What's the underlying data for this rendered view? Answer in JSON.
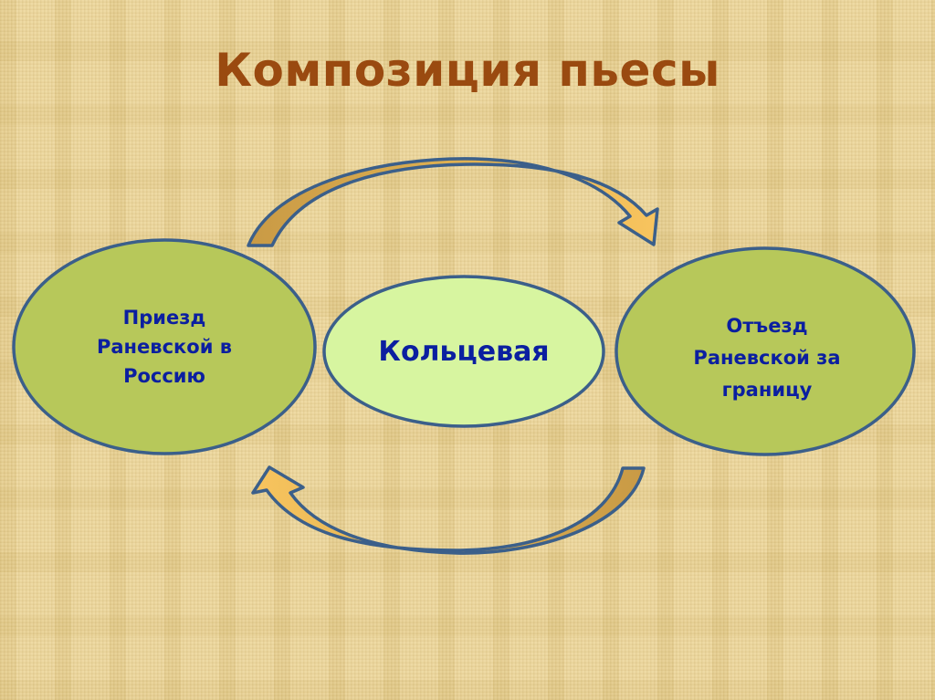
{
  "slide": {
    "title": "Композиция пьесы",
    "nodes": {
      "left": {
        "lines": [
          "Приезд",
          "Раневской в",
          "Россию"
        ]
      },
      "center": {
        "text": "Кольцевая"
      },
      "right": {
        "lines": [
          "Отъезд",
          "Раневской за",
          "границу"
        ]
      }
    },
    "arrows": [
      {
        "id": "top",
        "from": "left",
        "to": "right",
        "direction": "clockwise-over-top"
      },
      {
        "id": "bottom",
        "from": "right",
        "to": "left",
        "direction": "clockwise-under-bottom"
      }
    ]
  },
  "colors": {
    "background": "#e9d39a",
    "title": "#9a4a10",
    "outer_ellipse_fill": "#b7c85a",
    "center_ellipse_fill": "#d7f5a0",
    "ellipse_stroke": "#3b5f8a",
    "node_text": "#0b1fa0",
    "arrow_dark": "#c99a45",
    "arrow_light": "#f8c45e",
    "arrow_stroke": "#3b5f8a"
  }
}
